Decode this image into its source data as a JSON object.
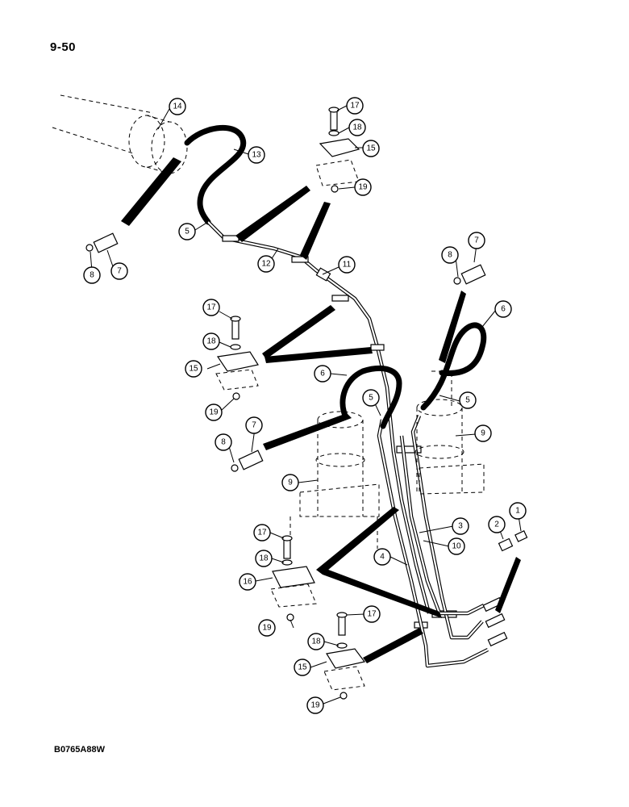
{
  "page_number": "9-50",
  "figure_code": "B0765A88W",
  "callouts": [
    {
      "id": "c14a",
      "label": "14"
    },
    {
      "id": "c17a",
      "label": "17"
    },
    {
      "id": "c18a",
      "label": "18"
    },
    {
      "id": "c15a",
      "label": "15"
    },
    {
      "id": "c19a",
      "label": "19"
    },
    {
      "id": "c13",
      "label": "13"
    },
    {
      "id": "c5a",
      "label": "5"
    },
    {
      "id": "c12",
      "label": "12"
    },
    {
      "id": "c11",
      "label": "11"
    },
    {
      "id": "c8a",
      "label": "8"
    },
    {
      "id": "c7a",
      "label": "7"
    },
    {
      "id": "c8b",
      "label": "8"
    },
    {
      "id": "c7b",
      "label": "7"
    },
    {
      "id": "c6a",
      "label": "6"
    },
    {
      "id": "c17b",
      "label": "17"
    },
    {
      "id": "c18b",
      "label": "18"
    },
    {
      "id": "c15b",
      "label": "15"
    },
    {
      "id": "c19b",
      "label": "19"
    },
    {
      "id": "c6b",
      "label": "6"
    },
    {
      "id": "c5b",
      "label": "5"
    },
    {
      "id": "c5c",
      "label": "5"
    },
    {
      "id": "c9a",
      "label": "9"
    },
    {
      "id": "c8c",
      "label": "8"
    },
    {
      "id": "c7c",
      "label": "7"
    },
    {
      "id": "c9b",
      "label": "9"
    },
    {
      "id": "c1",
      "label": "1"
    },
    {
      "id": "c2",
      "label": "2"
    },
    {
      "id": "c3",
      "label": "3"
    },
    {
      "id": "c17c",
      "label": "17"
    },
    {
      "id": "c10",
      "label": "10"
    },
    {
      "id": "c4",
      "label": "4"
    },
    {
      "id": "c18c",
      "label": "18"
    },
    {
      "id": "c16",
      "label": "16"
    },
    {
      "id": "c19c",
      "label": "19"
    },
    {
      "id": "c17d",
      "label": "17"
    },
    {
      "id": "c18d",
      "label": "18"
    },
    {
      "id": "c15c",
      "label": "15"
    },
    {
      "id": "c19d",
      "label": "19"
    }
  ]
}
